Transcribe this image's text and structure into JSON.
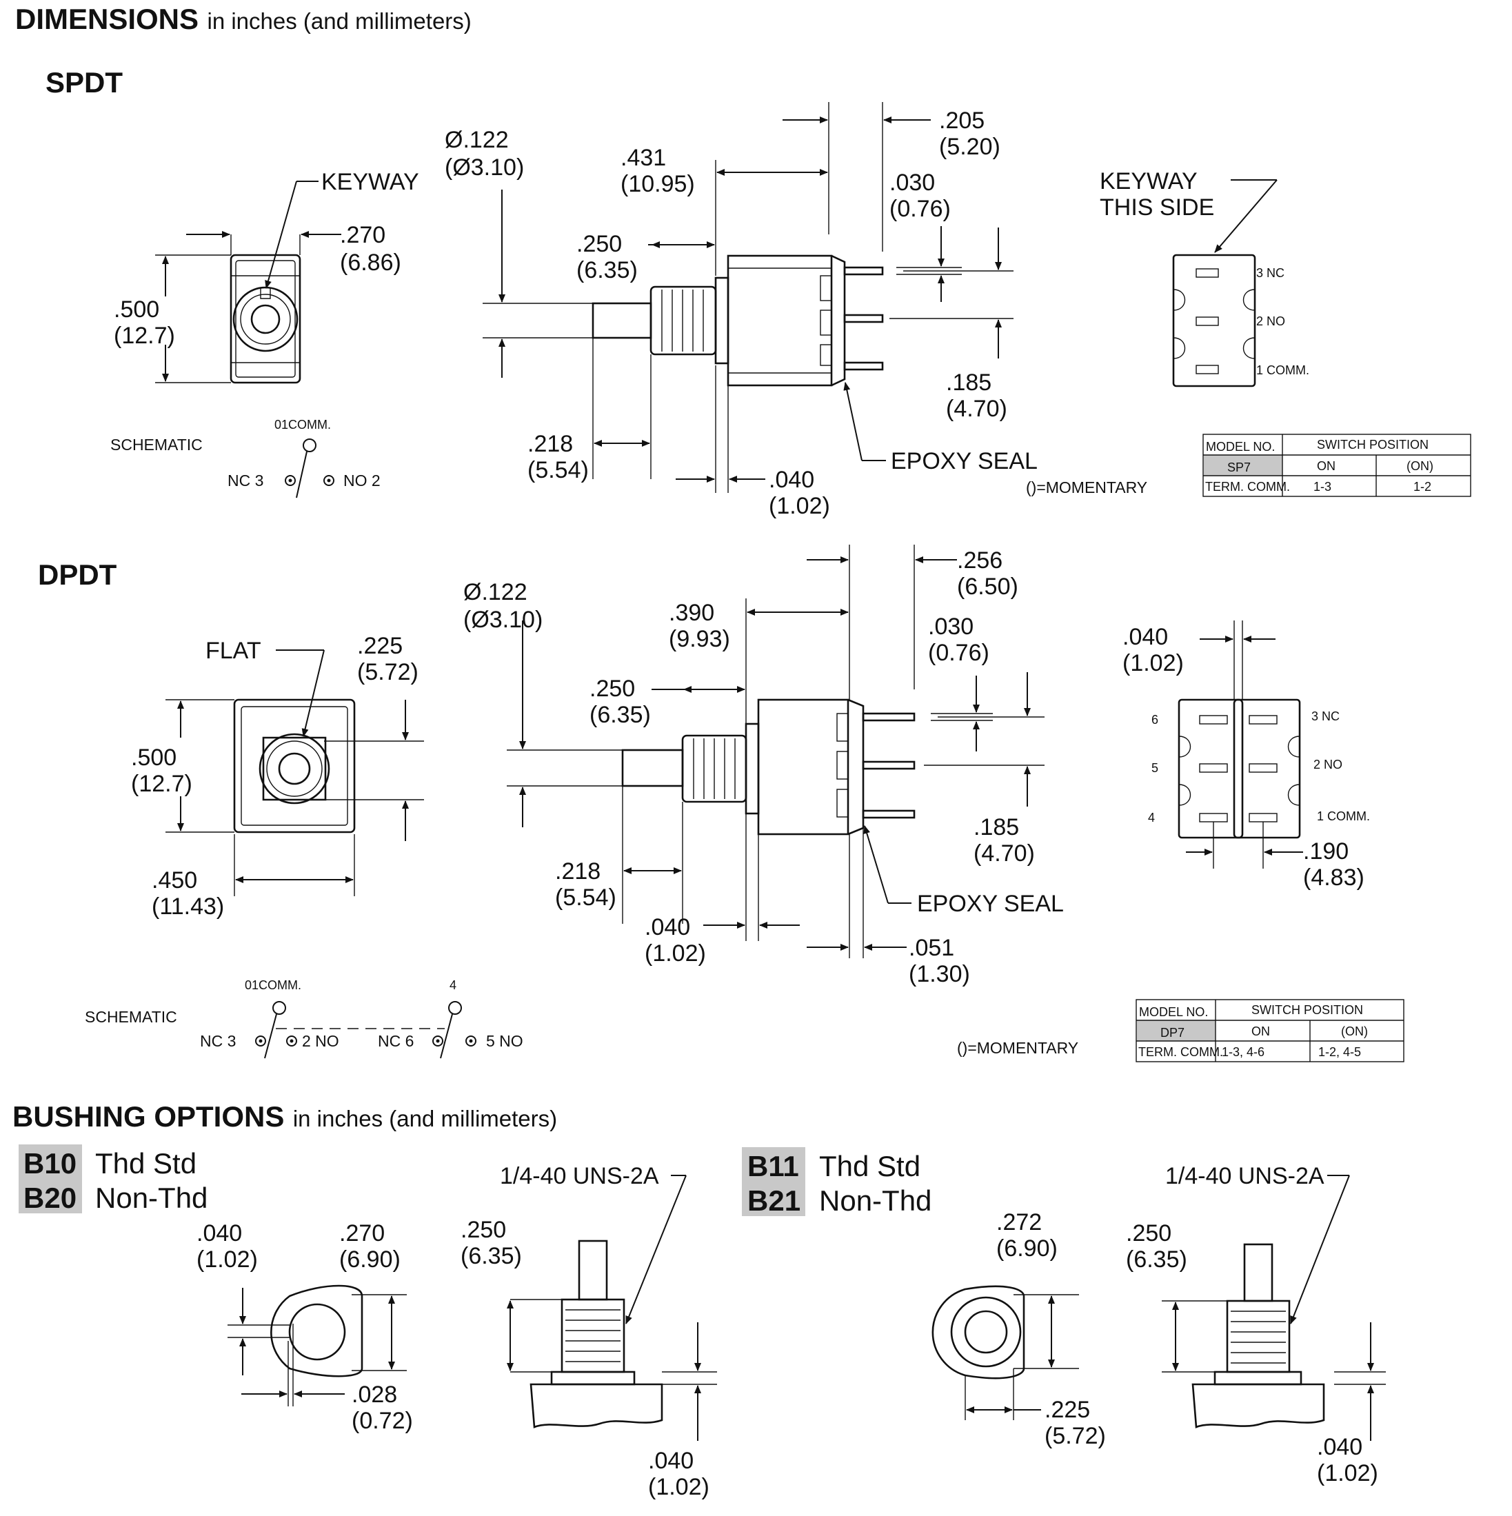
{
  "header": {
    "title": "DIMENSIONS",
    "subtitle": "in inches (and millimeters)"
  },
  "spdt": {
    "title": "SPDT",
    "front": {
      "keyway": "KEYWAY",
      "width_in": ".270",
      "width_mm": "(6.86)",
      "height_in": ".500",
      "height_mm": "(12.7)"
    },
    "side": {
      "dia_in": "Ø.122",
      "dia_mm": "(Ø3.10)",
      "d431_in": ".431",
      "d431_mm": "(10.95)",
      "d205_in": ".205",
      "d205_mm": "(5.20)",
      "d030_in": ".030",
      "d030_mm": "(0.76)",
      "d250_in": ".250",
      "d250_mm": "(6.35)",
      "d185_in": ".185",
      "d185_mm": "(4.70)",
      "d218_in": ".218",
      "d218_mm": "(5.54)",
      "d040_in": ".040",
      "d040_mm": "(1.02)",
      "epoxy": "EPOXY SEAL"
    },
    "rear": {
      "keyway_1": "KEYWAY",
      "keyway_2": "THIS SIDE",
      "pins": [
        "3 NC",
        "2 NO",
        "1 COMM."
      ]
    },
    "schematic": {
      "label": "SCHEMATIC",
      "comm": "01COMM.",
      "nc": "NC 3",
      "no": "NO 2"
    },
    "momentary": "()=MOMENTARY",
    "table": {
      "col1": "MODEL NO.",
      "col2": "SWITCH POSITION",
      "model": "SP7",
      "on": "ON",
      "mom": "(ON)",
      "row_label": "TERM. COMM.",
      "on_val": "1-3",
      "mom_val": "1-2"
    }
  },
  "dpdt": {
    "title": "DPDT",
    "front": {
      "flat": "FLAT",
      "d225_in": ".225",
      "d225_mm": "(5.72)",
      "height_in": ".500",
      "height_mm": "(12.7)",
      "width_in": ".450",
      "width_mm": "(11.43)"
    },
    "side": {
      "dia_in": "Ø.122",
      "dia_mm": "(Ø3.10)",
      "d390_in": ".390",
      "d390_mm": "(9.93)",
      "d256_in": ".256",
      "d256_mm": "(6.50)",
      "d030_in": ".030",
      "d030_mm": "(0.76)",
      "d250_in": ".250",
      "d250_mm": "(6.35)",
      "d185_in": ".185",
      "d185_mm": "(4.70)",
      "d218_in": ".218",
      "d218_mm": "(5.54)",
      "d040_in": ".040",
      "d040_mm": "(1.02)",
      "d051_in": ".051",
      "d051_mm": "(1.30)",
      "epoxy": "EPOXY SEAL"
    },
    "rear": {
      "d040_in": ".040",
      "d040_mm": "(1.02)",
      "d190_in": ".190",
      "d190_mm": "(4.83)",
      "left_pins": [
        "6",
        "5",
        "4"
      ],
      "right_pins": [
        "3 NC",
        "2 NO",
        "1 COMM."
      ]
    },
    "schematic": {
      "label": "SCHEMATIC",
      "comm": "01COMM.",
      "comm2": "4",
      "nc3": "NC 3",
      "no2": "2 NO",
      "nc6": "NC 6",
      "no5": "5 NO"
    },
    "momentary": "()=MOMENTARY",
    "table": {
      "col1": "MODEL NO.",
      "col2": "SWITCH POSITION",
      "model": "DP7",
      "on": "ON",
      "mom": "(ON)",
      "row_label": "TERM. COMM.",
      "on_val": "1-3, 4-6",
      "mom_val": "1-2, 4-5"
    }
  },
  "bushing": {
    "title": "BUSHING OPTIONS",
    "subtitle": "in inches (and millimeters)",
    "left": {
      "code1": "B10",
      "desc1": "Thd Std",
      "code2": "B20",
      "desc2": "Non-Thd",
      "thread": "1/4-40 UNS-2A",
      "d040_in": ".040",
      "d040_mm": "(1.02)",
      "d270_in": ".270",
      "d270_mm": "(6.90)",
      "d250_in": ".250",
      "d250_mm": "(6.35)",
      "d028_in": ".028",
      "d028_mm": "(0.72)",
      "d040b_in": ".040",
      "d040b_mm": "(1.02)"
    },
    "right": {
      "code1": "B11",
      "desc1": "Thd Std",
      "code2": "B21",
      "desc2": "Non-Thd",
      "thread": "1/4-40 UNS-2A",
      "d272_in": ".272",
      "d272_mm": "(6.90)",
      "d250_in": ".250",
      "d250_mm": "(6.35)",
      "d225_in": ".225",
      "d225_mm": "(5.72)",
      "d040_in": ".040",
      "d040_mm": "(1.02)"
    }
  }
}
